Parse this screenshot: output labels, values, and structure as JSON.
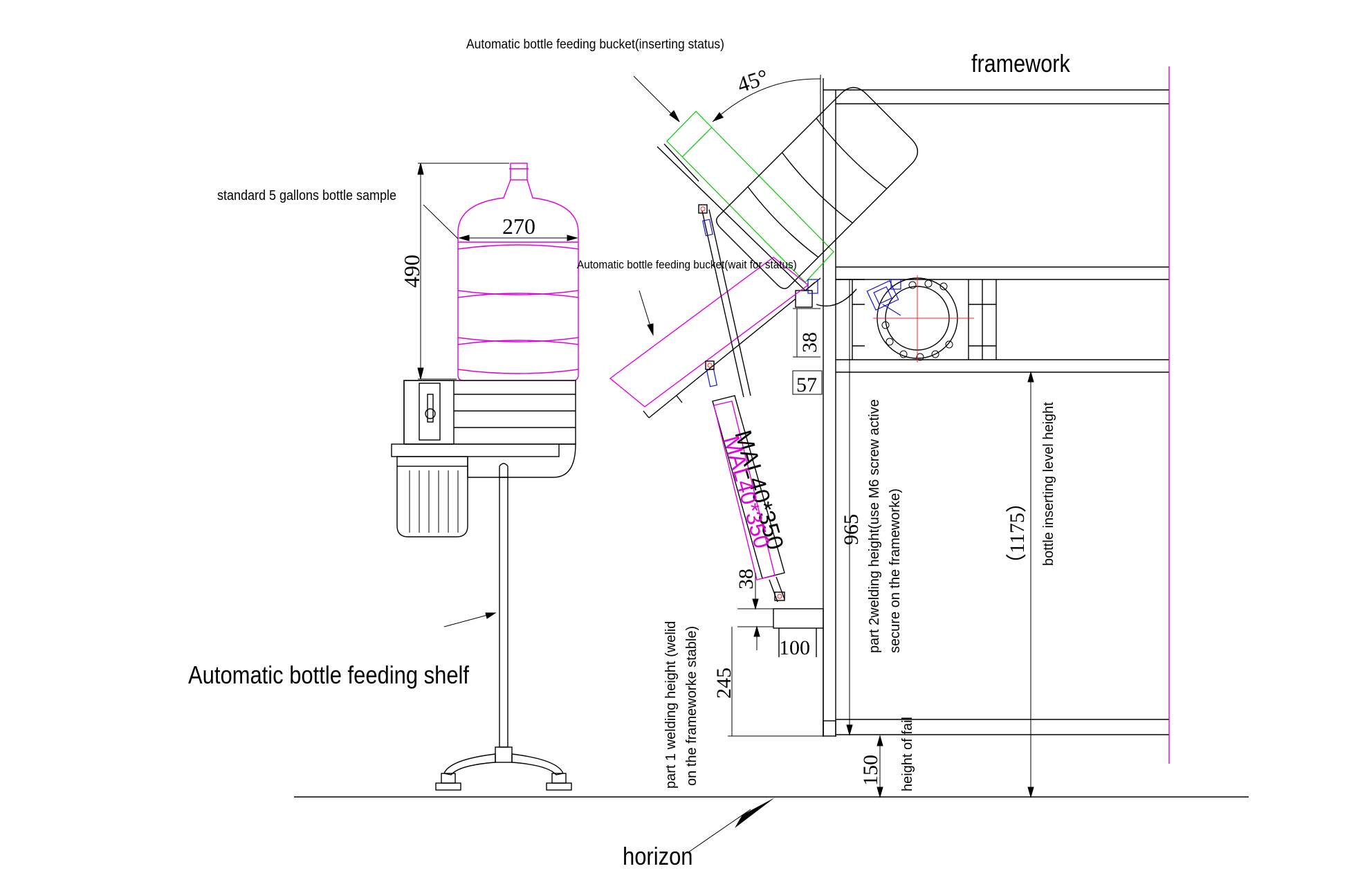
{
  "labels": {
    "bucket_inserting": "Automatic bottle feeding bucket(inserting status)",
    "framework": "framework",
    "bottle_sample": "standard 5  gallons bottle sample",
    "bucket_wait": "Automatic bottle feeding bucket(wait for status)",
    "cylinder_black": "MAL40*350",
    "cylinder_magenta": "MAL40*350",
    "feeding_shelf": "Automatic bottle feeding shelf",
    "part1_line1": "part 1  welding height (welid",
    "part1_line2": "on the frameworke stable)",
    "part2_line1": "part 2welding height(use M6 screw active",
    "part2_line2": "secure on the frameworke)",
    "inserting_level": "bottle inserting level height",
    "height_of_fail": "height of fail",
    "horizon": "horizon"
  },
  "dimensions": {
    "angle": "45°",
    "bottle_height": "490",
    "bottle_diameter": "270",
    "d38_top": "38",
    "d57": "57",
    "d965": "965",
    "d1175": "（1175）",
    "d38_low": "38",
    "d100": "100",
    "d245": "245",
    "d150": "150"
  },
  "colors": {
    "line": "#000000",
    "bottle": "#e000e0",
    "bucket_outline": "#00c800",
    "bolts": "#1010e0",
    "center_marks": "#ff2020"
  }
}
